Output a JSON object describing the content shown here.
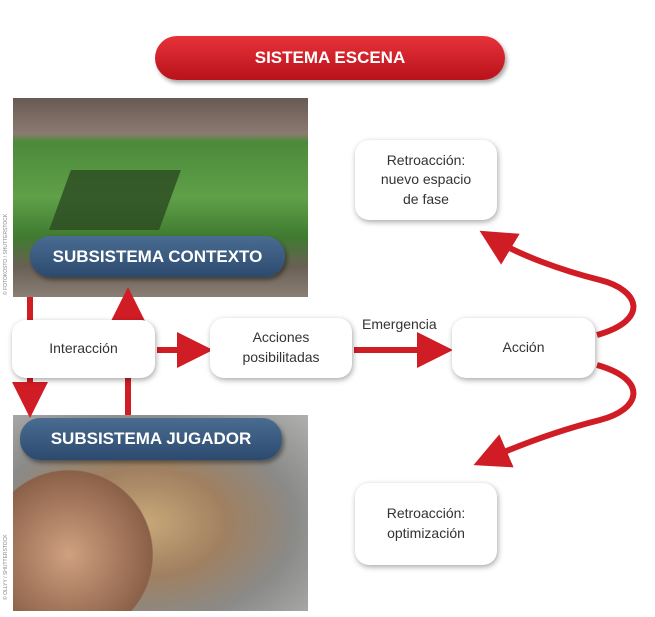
{
  "title": "SISTEMA ESCENA",
  "subsystems": {
    "context": "SUBSISTEMA CONTEXTO",
    "player": "SUBSISTEMA JUGADOR"
  },
  "nodes": {
    "interaction": "Interacción",
    "actions_l1": "Acciones",
    "actions_l2": "posibilitadas",
    "action": "Acción",
    "feedback1_l1": "Retroacción:",
    "feedback1_l2": "nuevo espacio",
    "feedback1_l3": "de fase",
    "feedback2_l1": "Retroacción:",
    "feedback2_l2": "optimización"
  },
  "edge_label": "Emergencia",
  "credits": {
    "photo1": "© FOTOKOSTO / SHUTTERSTOCK",
    "photo2": "© OLLYY / SHUTTERSTOCK"
  },
  "colors": {
    "red": "#d01c24",
    "blue": "#3a5a80"
  }
}
